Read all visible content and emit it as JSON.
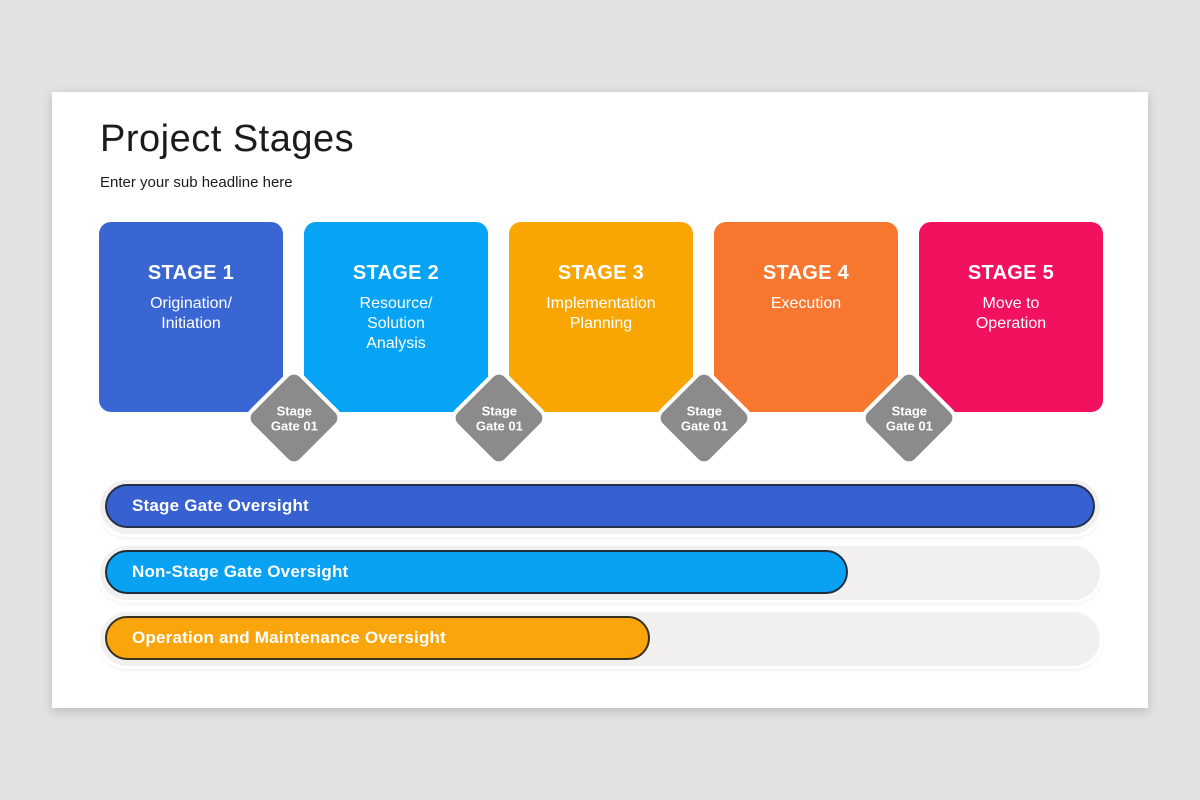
{
  "canvas": {
    "background": "#e4e2e1",
    "card_background": "#ffffff",
    "text_color": "#1c1c1c"
  },
  "header": {
    "title": "Project Stages",
    "subtitle": "Enter your sub headline here"
  },
  "stages": [
    {
      "label": "STAGE 1",
      "lines": [
        "Origination/",
        "Initiation"
      ],
      "color": "#3a66d4"
    },
    {
      "label": "STAGE 2",
      "lines": [
        "Resource/",
        "Solution",
        "Analysis"
      ],
      "color": "#07a3f4"
    },
    {
      "label": "STAGE 3",
      "lines": [
        "Implementation",
        "Planning"
      ],
      "color": "#f9a603"
    },
    {
      "label": "STAGE 4",
      "lines": [
        "Execution"
      ],
      "color": "#f8772e"
    },
    {
      "label": "STAGE 5",
      "lines": [
        "Move to",
        "Operation"
      ],
      "color": "#f2115f"
    }
  ],
  "gates": [
    {
      "line1": "Stage",
      "line2": "Gate 01",
      "color": "#8b8b8b"
    },
    {
      "line1": "Stage",
      "line2": "Gate 01",
      "color": "#8b8b8b"
    },
    {
      "line1": "Stage",
      "line2": "Gate 01",
      "color": "#8b8b8b"
    },
    {
      "line1": "Stage",
      "line2": "Gate 01",
      "color": "#8b8b8b"
    }
  ],
  "oversight_bars": [
    {
      "label": "Stage Gate Oversight",
      "color": "#3760d0",
      "border_color": "#253049",
      "track_color": "#f1f0ef",
      "width_pct": 100
    },
    {
      "label": "Non-Stage Gate Oversight",
      "color": "#09a2f3",
      "border_color": "#1e2e3c",
      "track_color": "#f1f0ef",
      "width_pct": 75
    },
    {
      "label": "Operation and Maintenance Oversight",
      "color": "#f9a50b",
      "border_color": "#35301f",
      "track_color": "#f1f0ef",
      "width_pct": 55
    }
  ]
}
